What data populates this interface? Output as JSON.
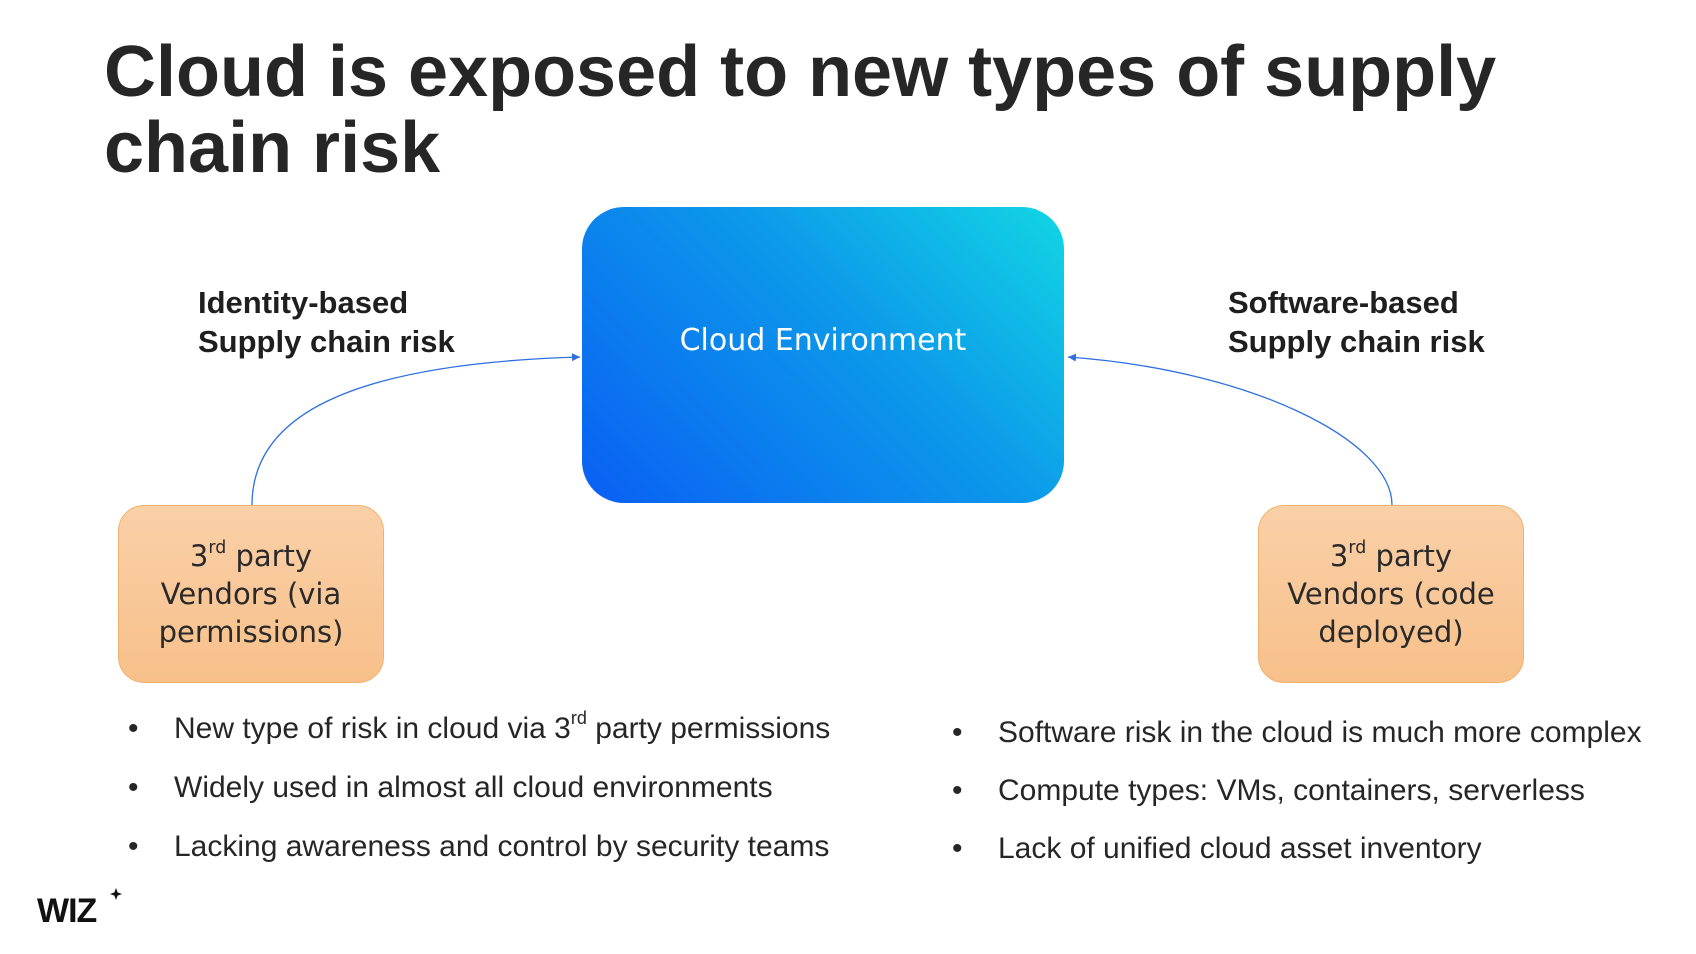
{
  "title": "Cloud is exposed to new types of supply chain risk",
  "center_node": {
    "label": "Cloud Environment"
  },
  "left": {
    "risk_label_line1": "Identity-based",
    "risk_label_line2": "Supply chain risk",
    "vendor": {
      "ordinal": "3",
      "ordinal_suffix": "rd",
      "line1_rest": " party",
      "line2": "Vendors (via",
      "line3": "permissions)"
    },
    "bullets": [
      {
        "prefix": "New type of risk in cloud via 3",
        "sup": "rd",
        "suffix": " party permissions"
      },
      {
        "text": "Widely used in almost all cloud environments"
      },
      {
        "text": "Lacking awareness and control by security teams"
      }
    ]
  },
  "right": {
    "risk_label_line1": "Software-based",
    "risk_label_line2": "Supply chain risk",
    "vendor": {
      "ordinal": "3",
      "ordinal_suffix": "rd",
      "line1_rest": " party",
      "line2": "Vendors (code",
      "line3": "deployed)"
    },
    "bullets": [
      {
        "text": "Software risk in the cloud is much more complex"
      },
      {
        "text": "Compute types: VMs, containers, serverless"
      },
      {
        "text": "Lack of unified cloud asset inventory"
      }
    ]
  },
  "logo": {
    "text": "WIZ"
  },
  "colors": {
    "cloud_gradient": [
      "#12d6e3",
      "#0c99ea",
      "#0a5ff4"
    ],
    "vendor_fill": "#f8c695",
    "vendor_border": "#f2b26c",
    "arrow": "#2f6fe0"
  }
}
